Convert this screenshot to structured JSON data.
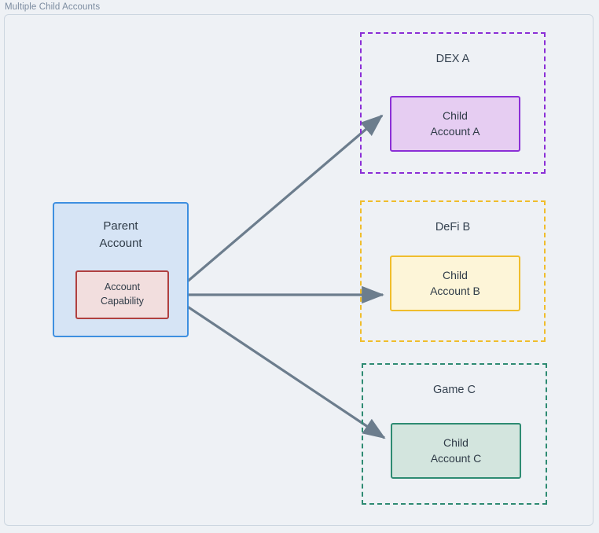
{
  "diagram": {
    "title": "Multiple Child Accounts",
    "colors": {
      "page_background": "#eef1f5",
      "frame_border": "#ccd6e0",
      "connector": "#6c7d8d",
      "parent_border": "#3e8fe0",
      "parent_fill": "#d6e4f5",
      "capability_border": "#b04040",
      "capability_fill": "#f2dede",
      "dex_a": "#8b2fd6",
      "dex_a_fill": "#e6cdf2",
      "defi_b": "#f0bd2c",
      "defi_b_fill": "#fdf5d8",
      "game_c": "#2e8b72",
      "game_c_fill": "#d3e5de"
    }
  },
  "parent": {
    "title_line1": "Parent",
    "title_line2": "Account",
    "capability": {
      "line1": "Account",
      "line2": "Capability"
    }
  },
  "groups": [
    {
      "id": "dex-a",
      "label": "DEX A",
      "node": {
        "line1": "Child",
        "line2": "Account A"
      }
    },
    {
      "id": "defi-b",
      "label": "DeFi B",
      "node": {
        "line1": "Child",
        "line2": "Account B"
      }
    },
    {
      "id": "game-c",
      "label": "Game C",
      "node": {
        "line1": "Child",
        "line2": "Account C"
      }
    }
  ],
  "connectors": [
    {
      "id": "capability-to-child-a",
      "from": "account-capability",
      "to": "child-account-a",
      "label": ""
    },
    {
      "id": "capability-to-child-b",
      "from": "account-capability",
      "to": "child-account-b",
      "label": ""
    },
    {
      "id": "capability-to-child-c",
      "from": "account-capability",
      "to": "child-account-c",
      "label": ""
    }
  ]
}
